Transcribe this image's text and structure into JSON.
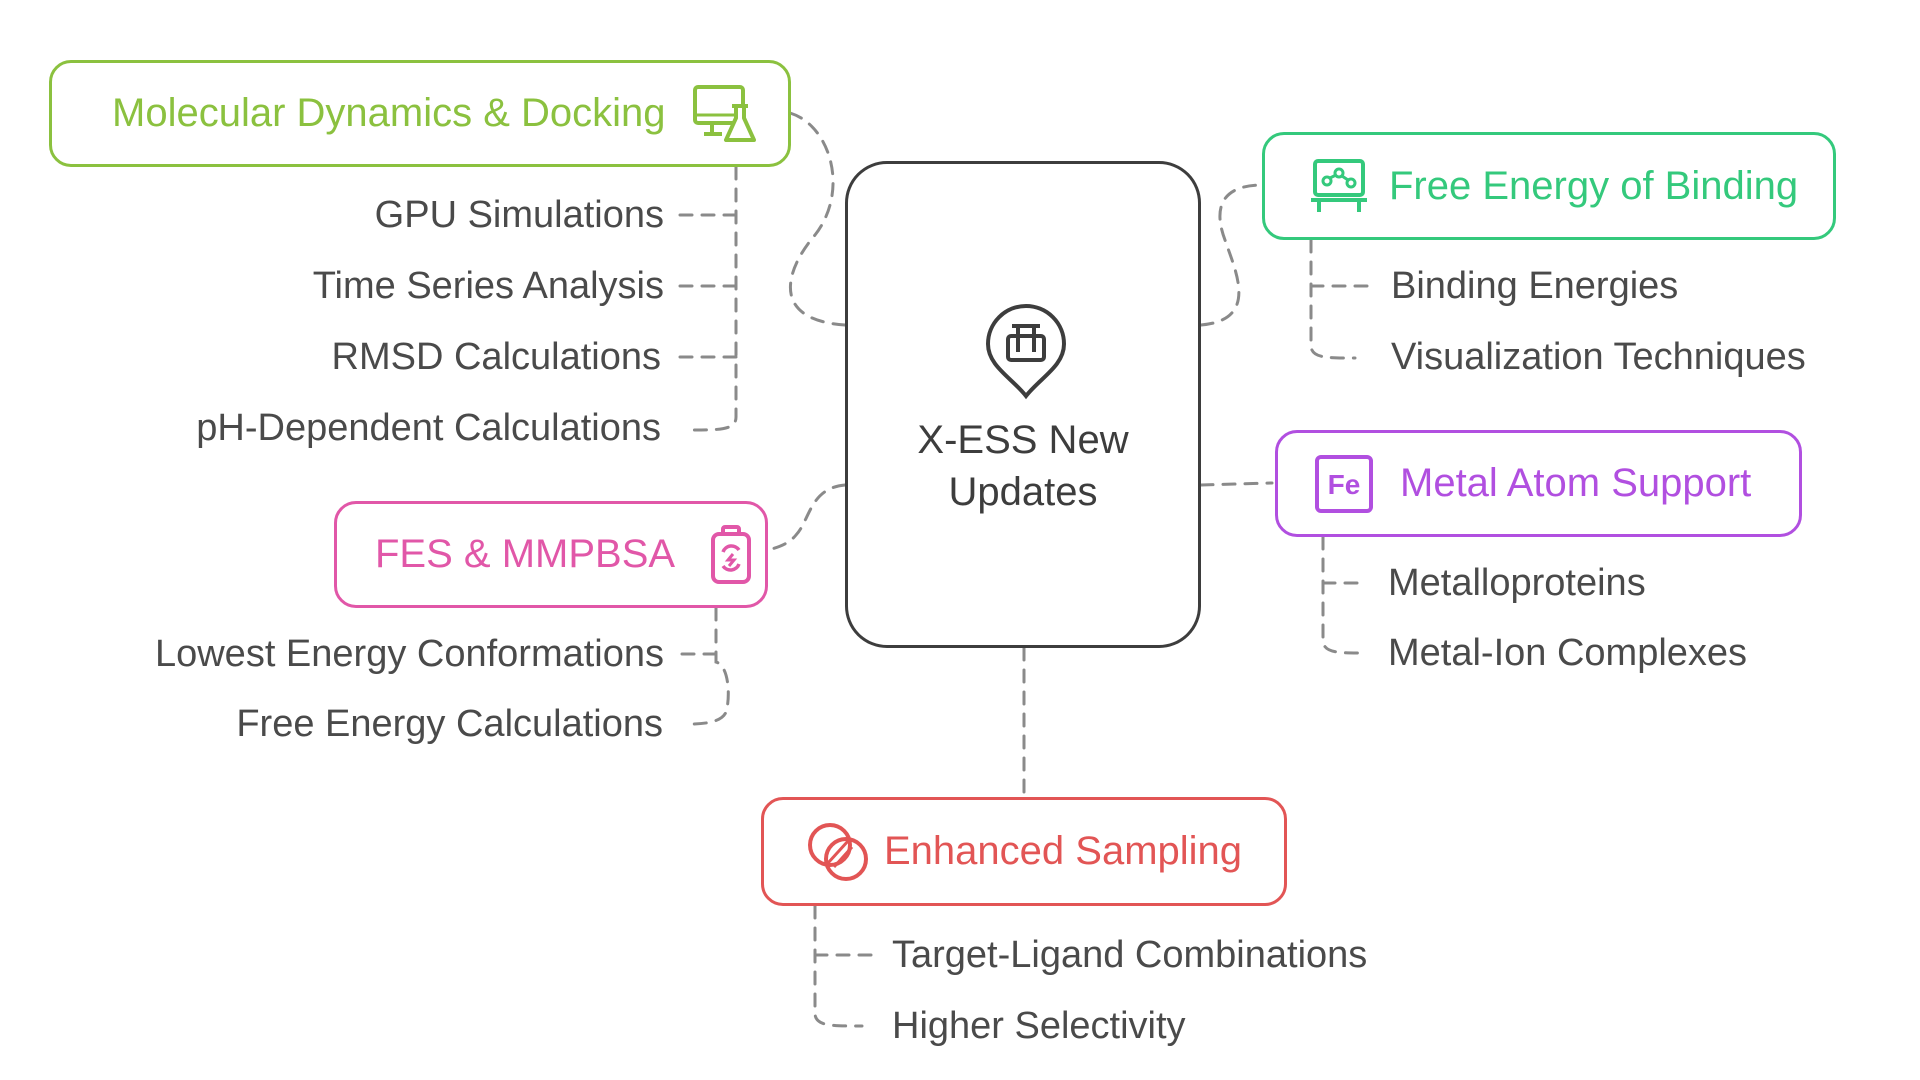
{
  "center": {
    "title_line1": "X-ESS New",
    "title_line2": "Updates",
    "icon": "test-tubes-pin-icon",
    "color": "#3d3d3d"
  },
  "branches": {
    "molecular": {
      "title": "Molecular Dynamics & Docking",
      "icon": "monitor-flask-icon",
      "color": "#8bc13f",
      "items": [
        "GPU Simulations",
        "Time Series Analysis",
        "RMSD Calculations",
        "pH-Dependent Calculations"
      ]
    },
    "fes": {
      "title": "FES & MMPBSA",
      "icon": "battery-cycle-icon",
      "color": "#e157a8",
      "items": [
        "Lowest Energy Conformations",
        "Free Energy Calculations"
      ]
    },
    "binding": {
      "title": "Free Energy of Binding",
      "icon": "desk-chart-icon",
      "color": "#34c97c",
      "items": [
        "Binding Energies",
        "Visualization Techniques"
      ]
    },
    "metal": {
      "title": "Metal Atom Support",
      "icon": "fe-element-icon",
      "icon_text": "Fe",
      "color": "#b14fe0",
      "items": [
        "Metalloproteins",
        "Metal-Ion Complexes"
      ]
    },
    "sampling": {
      "title": "Enhanced Sampling",
      "icon": "overlapping-circles-icon",
      "color": "#e25555",
      "items": [
        "Target-Ligand Combinations",
        "Higher Selectivity"
      ]
    }
  },
  "connector_color": "#8a8a8a"
}
